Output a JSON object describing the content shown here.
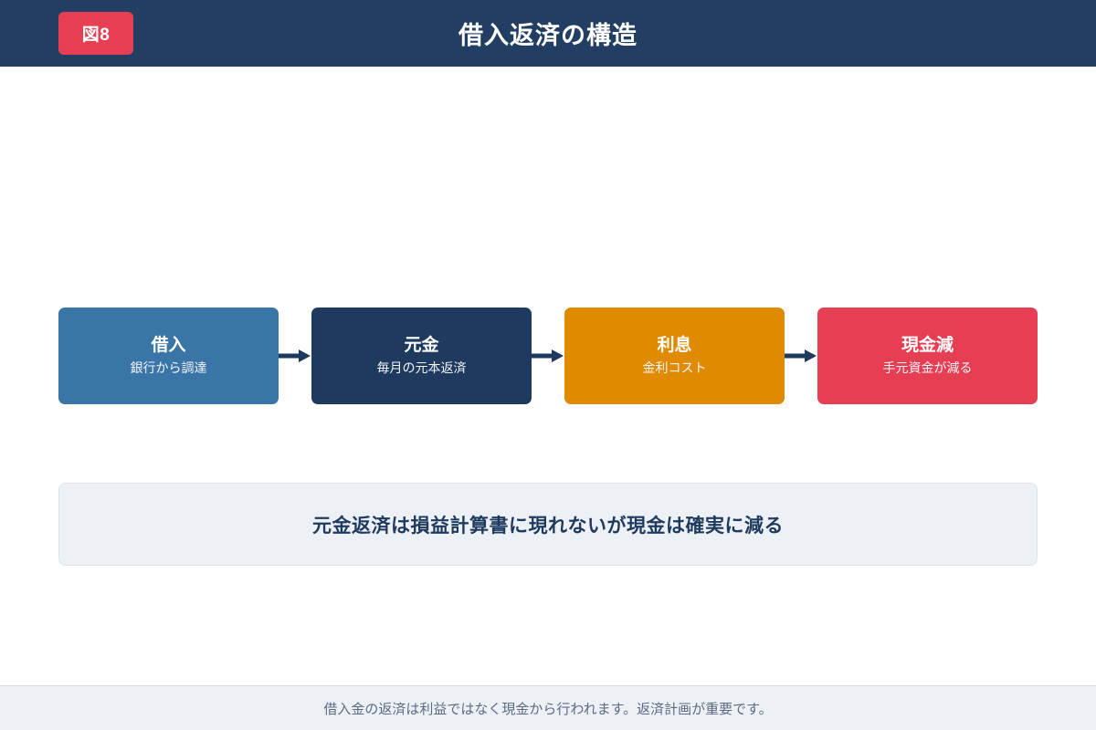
{
  "header": {
    "badge_label": "図8",
    "title": "借入返済の構造",
    "background_color": "#223e63",
    "badge_color": "#e63e52"
  },
  "flow": {
    "arrow_icon_name": "arrow-right-icon",
    "arrow_color": "#1f3a5f",
    "nodes": [
      {
        "title": "借入",
        "subtitle": "銀行から調達",
        "color": "#3a75a8"
      },
      {
        "title": "元金",
        "subtitle": "毎月の元本返済",
        "color": "#1f3a5f"
      },
      {
        "title": "利息",
        "subtitle": "金利コスト",
        "color": "#e08a00"
      },
      {
        "title": "現金減",
        "subtitle": "手元資金が減る",
        "color": "#e63e52"
      }
    ]
  },
  "summary": {
    "text": "元金返済は損益計算書に現れないが現金は確実に減る",
    "background_color": "#edf0f5",
    "text_color": "#1f3a5f"
  },
  "footer": {
    "text": "借入金の返済は利益ではなく現金から行われます。返済計画が重要です。",
    "background_color": "#edf0f5",
    "text_color": "#5b6b84"
  }
}
